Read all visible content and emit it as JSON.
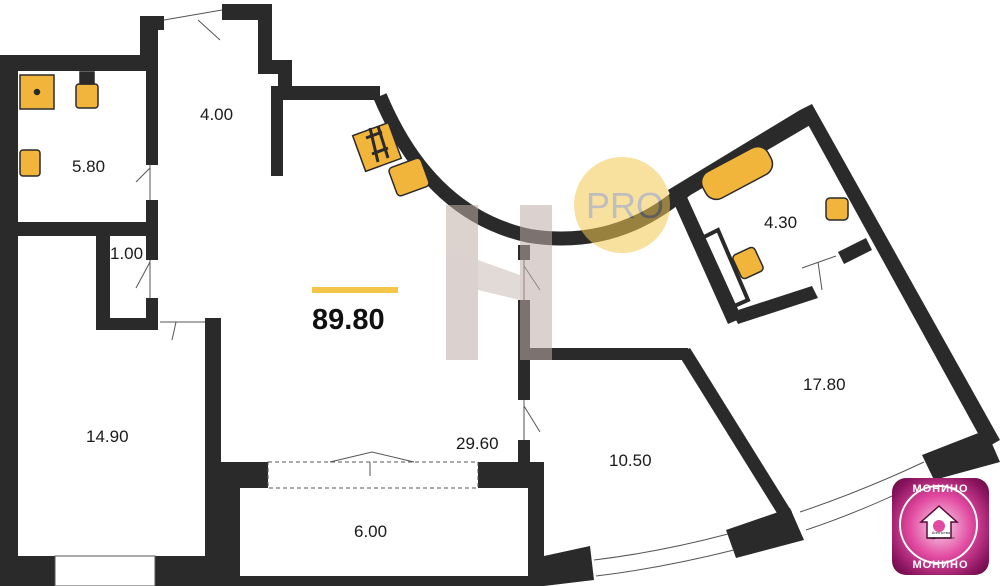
{
  "plan": {
    "total_area": "89.80",
    "rooms": [
      {
        "id": "bathroom-left",
        "area": "5.80"
      },
      {
        "id": "corridor-top",
        "area": "4.00"
      },
      {
        "id": "closet",
        "area": "1.00"
      },
      {
        "id": "bedroom-left",
        "area": "14.90"
      },
      {
        "id": "balcony",
        "area": "6.00"
      },
      {
        "id": "living-kitchen",
        "area": "29.60"
      },
      {
        "id": "bedroom-middle",
        "area": "10.50"
      },
      {
        "id": "bathroom-right",
        "area": "4.30"
      },
      {
        "id": "bedroom-right",
        "area": "17.80"
      }
    ]
  },
  "watermark": {
    "text": "PRO"
  },
  "badge": {
    "top_text": "МОНИНО",
    "bottom_text": "МОНИНО",
    "line1": "Агентство",
    "line2": "недвижимости",
    "accent_color": "#e24aa0"
  },
  "colors": {
    "wall": "#2a2a2a",
    "fixture": "#f0b53a",
    "total_bar": "#f3c64a"
  }
}
